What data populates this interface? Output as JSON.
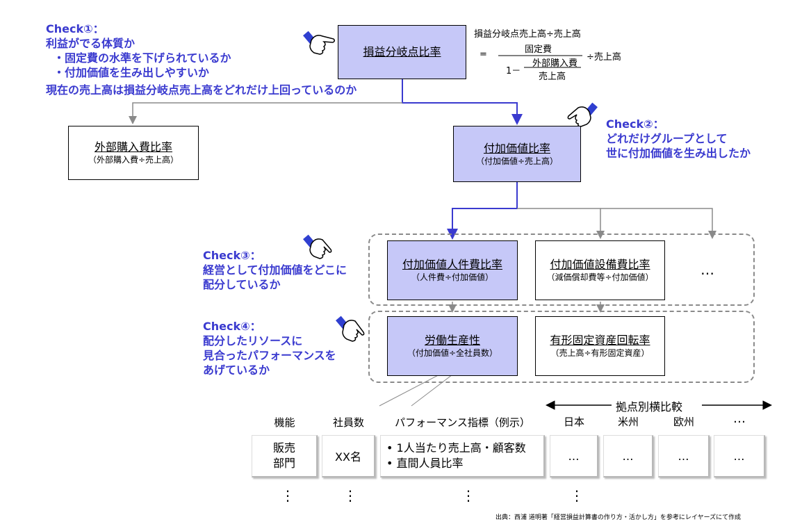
{
  "check1": {
    "heading": "Check①：",
    "line1": "利益がでる体質か",
    "line2": "・固定費の水準を下げられているか",
    "line3": "・付加価値を生み出しやすいか",
    "line4": "現在の売上高は損益分岐点売上高をどれだけ上回っているのか"
  },
  "check2": {
    "heading": "Check②：",
    "line1": "どれだけグループとして",
    "line2": "世に付加価値を生み出したか"
  },
  "check3": {
    "heading": "Check③：",
    "line1": "経営として付加価値をどこに",
    "line2": "配分しているか"
  },
  "check4": {
    "heading": "Check④：",
    "line1": "配分したリソースに",
    "line2": "見合ったパフォーマンスを",
    "line3": "あげているか"
  },
  "formula": {
    "line1": "損益分岐点売上高÷売上高",
    "equals": "=",
    "numerator": "固定費",
    "one_minus": "1－",
    "inner_num": "外部購入費",
    "inner_den": "売上高",
    "suffix": "÷売上高"
  },
  "boxes": {
    "breakeven": {
      "title": "損益分岐点比率"
    },
    "external": {
      "title": "外部購入費比率",
      "sub": "（外部購入費÷売上高）"
    },
    "value_added": {
      "title": "付加価値比率",
      "sub": "（付加価値÷売上高）"
    },
    "labor_share": {
      "title": "付加価値人件費比率",
      "sub": "（人件費÷付加価値）"
    },
    "equipment_share": {
      "title": "付加価値設備費比率",
      "sub": "（減価償却費等÷付加価値）"
    },
    "ellipsis": "…",
    "labor_productivity": {
      "title": "労働生産性",
      "sub": "（付加価値÷全社員数）"
    },
    "asset_turnover": {
      "title": "有形固定資産回転率",
      "sub": "（売上高÷有形固定資産）"
    }
  },
  "table": {
    "compare_label": "拠点別横比較",
    "headers": {
      "function": "機能",
      "employees": "社員数",
      "indicator": "パフォーマンス指標（例示）",
      "japan": "日本",
      "us": "米州",
      "europe": "欧州",
      "more": "…"
    },
    "row": {
      "function_l1": "販売",
      "function_l2": "部門",
      "employees": "XX名",
      "indicator_l1": "• 1人当たり売上高・顧客数",
      "indicator_l2": "• 直間人員比率",
      "japan": "…",
      "us": "…",
      "europe": "…",
      "more": "…"
    },
    "vdots": "⋮"
  },
  "source": "出典：西浦 道明著「経営損益計算書の作り方・活かし方」を参考にレイヤーズにて作成",
  "colors": {
    "accent": "#3a3acf",
    "box_fill": "#c6c8f8",
    "connector": "#3a3acf",
    "connector_gray": "#8a8a8a"
  }
}
